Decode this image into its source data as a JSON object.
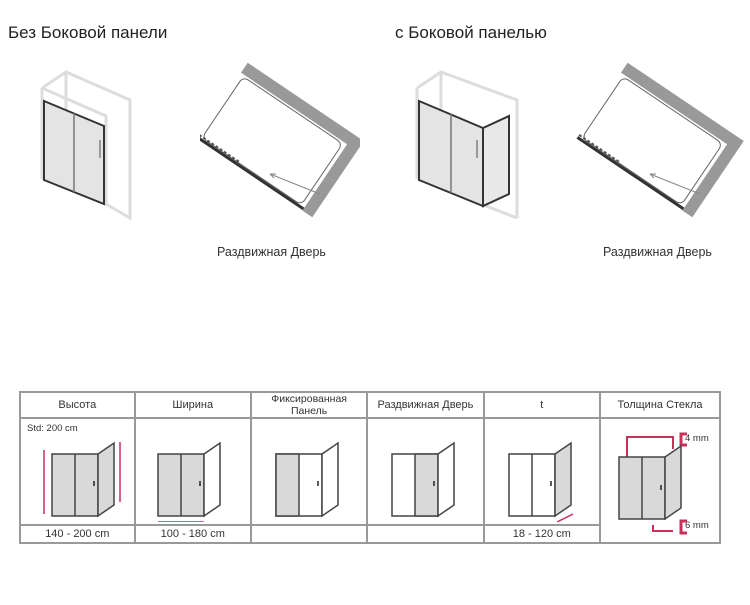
{
  "sections": [
    {
      "title": "Без Боковой панели",
      "plan_label": "Раздвижная Дверь"
    },
    {
      "title": "с Боковой панелью",
      "plan_label": "Раздвижная Дверь"
    }
  ],
  "table": {
    "headers": [
      "Высота",
      "Ширина",
      "Фиксированная Панель",
      "Раздвижная Дверь",
      "t",
      "Толщина Стекла"
    ],
    "std_label": "Std: 200 cm",
    "values": [
      "140 - 200 cm",
      "100 - 180 cm",
      "",
      "",
      "18 - 120 cm"
    ],
    "glass_top": "4 mm",
    "glass_bottom": "6 mm"
  },
  "colors": {
    "accent": "#c8305a",
    "glass": "#d9d9d9",
    "frame": "#444444",
    "wall": "#999999"
  }
}
